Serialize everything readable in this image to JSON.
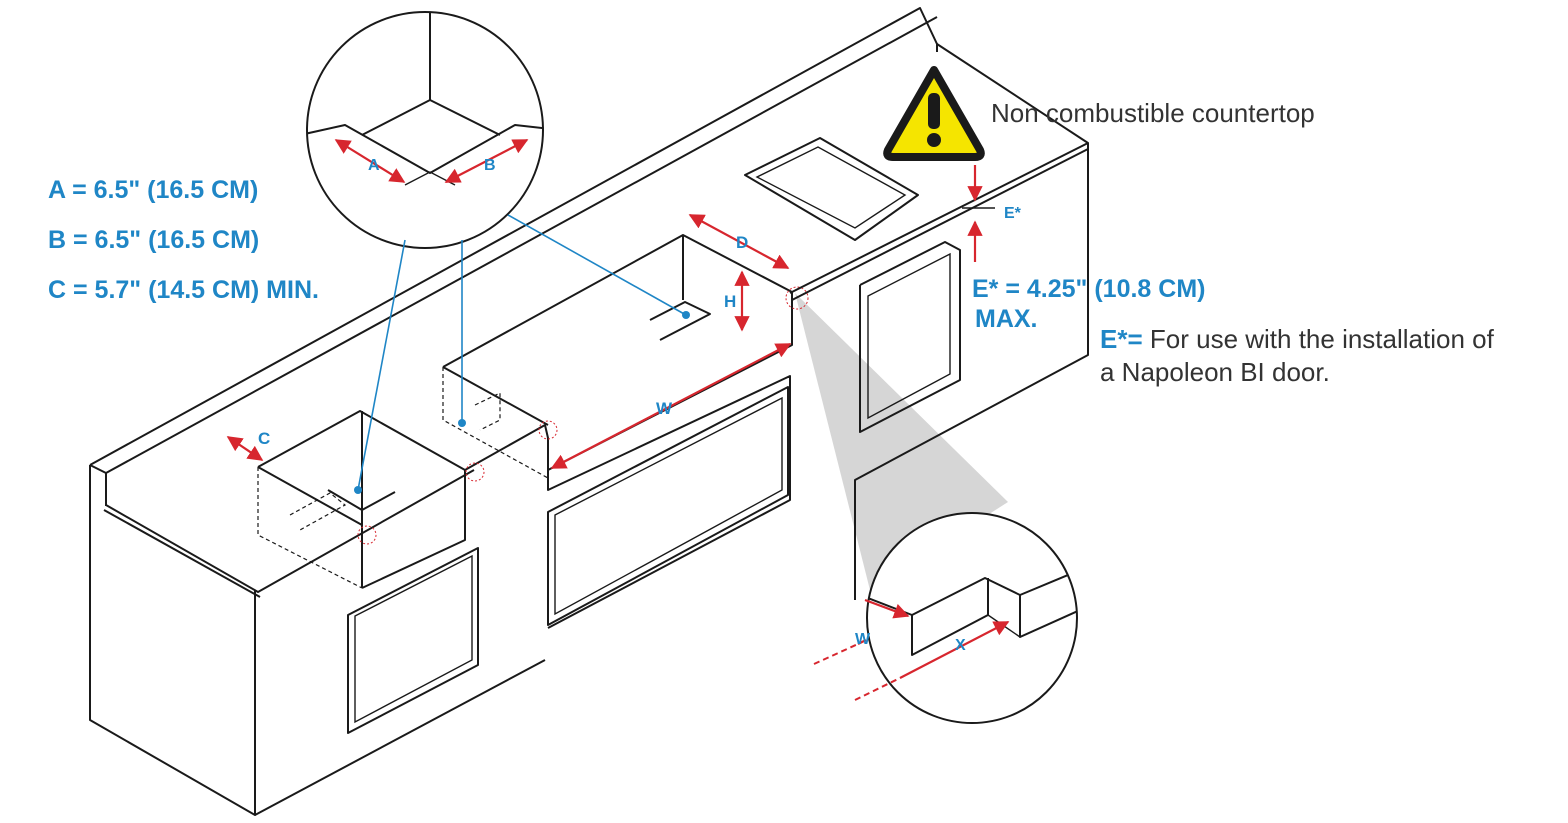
{
  "specs": {
    "a": "A = 6.5\" (16.5 CM)",
    "b": "B = 6.5\" (16.5 CM)",
    "c": "C = 5.7\" (14.5 CM) MIN."
  },
  "warning": {
    "icon": "warning-triangle-icon",
    "label": "Non combustible countertop"
  },
  "e_spec": {
    "marker": "E*",
    "value_line1": "E* = 4.25\" (10.8 CM)",
    "value_line2": "MAX.",
    "note_prefix": "E*=",
    "note_line1": " For use with the installation of",
    "note_line2": "a Napoleon BI door."
  },
  "dimension_letters": {
    "a": "A",
    "b": "B",
    "c": "C",
    "d": "D",
    "h": "H",
    "w_main": "W",
    "w_detail": "W",
    "x": "X"
  },
  "colors": {
    "accent_blue": "#1f86c6",
    "dimension_red": "#d7262e",
    "warning_yellow": "#f5e500",
    "outline": "#1a1a1a"
  }
}
